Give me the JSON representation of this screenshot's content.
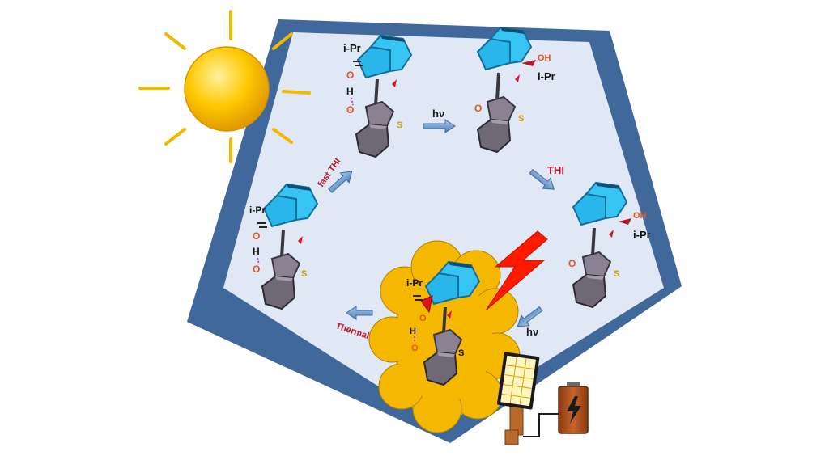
{
  "colors": {
    "frame_outer": "#41689a",
    "frame_inner": "#dfe8f4",
    "sun": "#f5b800",
    "sun_rays": "#f5b800",
    "indanone": "#29b6ea",
    "indanone_dark": "#1f8fc4",
    "benzo": "#8a8290",
    "heteroatom_O": "#e8541a",
    "heteroatom_S": "#c9a000",
    "red_label": "#c0182c",
    "arrow": "#7aa7d6",
    "cloud": "#f5b800",
    "lightning": "#ff1a00",
    "battery": "#b3501c",
    "solar_panel_frame": "#2a2a2a",
    "hbond": "#d040d0"
  },
  "labels": {
    "hv_top": "hν",
    "thi_right": "THI",
    "hv_bottom": "hν",
    "thermal_left": "Thermal",
    "fast_thi": "fast THI"
  },
  "molecules": [
    {
      "id": "top-left",
      "ipr": "i-Pr",
      "o_upper": "O",
      "h": "H",
      "o_lower": "O",
      "s": "S"
    },
    {
      "id": "top-right",
      "oh": "OH",
      "ipr": "i-Pr",
      "o": "O",
      "s": "S"
    },
    {
      "id": "right",
      "oh": "OH",
      "ipr": "i-Pr",
      "o": "O",
      "s": "S"
    },
    {
      "id": "bottom",
      "ipr": "i-Pr",
      "o_upper": "O",
      "h": "H",
      "o_lower": "O",
      "s": "S"
    },
    {
      "id": "left",
      "ipr": "i-Pr",
      "o_upper": "O",
      "h": "H",
      "o_lower": "O",
      "s": "S"
    }
  ],
  "icons": [
    "sun-icon",
    "lightning-icon",
    "solar-panel-icon",
    "battery-icon"
  ]
}
